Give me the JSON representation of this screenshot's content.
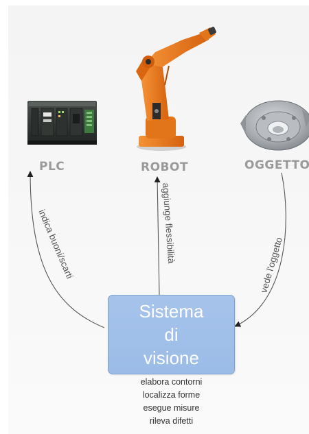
{
  "nodes": {
    "plc": {
      "label": "PLC"
    },
    "robot": {
      "label": "ROBOT"
    },
    "oggetto": {
      "label": "OGGETTO"
    }
  },
  "vision_system": {
    "lines": [
      "Sistema",
      "di",
      "visione"
    ],
    "tasks": [
      "elabora contorni",
      "localizza forme",
      "esegue misure",
      "rileva difetti"
    ]
  },
  "edges": {
    "to_plc": "indica buoni/scarti",
    "to_robot": "aggiunge flessibilità",
    "from_oggetto": "vede l'oggetto"
  },
  "colors": {
    "box_fill": "#9fbfe8",
    "box_border": "#7fa3cf",
    "robot_orange": "#ef7a1c",
    "node_label_gray": "#9a9a9a",
    "arrow": "#5a5a5a"
  }
}
